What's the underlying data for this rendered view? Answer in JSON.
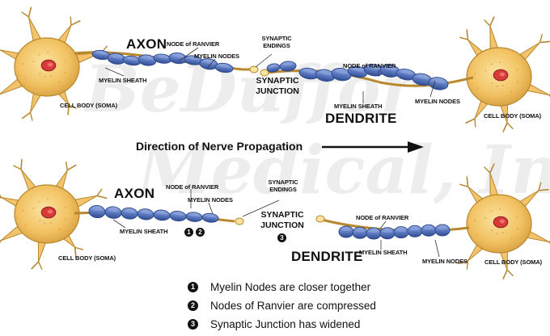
{
  "watermark": {
    "line1": "BeDuffor",
    "line2": "Medical, Inc"
  },
  "top": {
    "axon": "AXON",
    "node_ranvier_left": "NODE of RANVIER",
    "myelin_nodes_left": "MYELIN NODES",
    "myelin_sheath_left": "MYELIN SHEATH",
    "cell_body_left": "CELL BODY (SOMA)",
    "synaptic_endings": [
      "SYNAPTIC",
      "ENDINGS"
    ],
    "synaptic_junction": [
      "SYNAPTIC",
      "JUNCTION"
    ],
    "node_ranvier_right": "NODE of RANVIER",
    "myelin_sheath_right": "MYELIN SHEATH",
    "myelin_nodes_right": "MYELIN NODES",
    "dendrite": "DENDRITE",
    "cell_body_right": "CELL BODY (SOMA)"
  },
  "direction": "Direction of Nerve Propagation",
  "bottom": {
    "axon": "AXON",
    "node_ranvier_left": "NODE of RANVIER",
    "myelin_nodes_left": "MYELIN NODES",
    "myelin_sheath_left": "MYELIN SHEATH",
    "badge1": "1",
    "badge2": "2",
    "cell_body_left": "CELL BODY (SOMA)",
    "synaptic_endings": [
      "SYNAPTIC",
      "ENDINGS"
    ],
    "synaptic_junction": [
      "SYNAPTIC",
      "JUNCTION"
    ],
    "badge3": "3",
    "node_ranvier_right": "NODE of RANVIER",
    "myelin_sheath_right": "MYELIN SHEATH",
    "myelin_nodes_right": "MYELIN NODES",
    "dendrite": "DENDRITE",
    "cell_body_right": "CELL BODY (SOMA)"
  },
  "notes": [
    {
      "num": "1",
      "text": "Myelin Nodes are closer together"
    },
    {
      "num": "2",
      "text": "Nodes of Ranvier are compressed"
    },
    {
      "num": "3",
      "text": "Synaptic Junction has widened"
    }
  ],
  "colors": {
    "soma": "#f3c46b",
    "soma_edge": "#b8872e",
    "nucleus": "#d83a3a",
    "myelin": "#5b78bf",
    "myelin_dark": "#2d4a8f",
    "myelin_light": "#8fa6dc"
  }
}
